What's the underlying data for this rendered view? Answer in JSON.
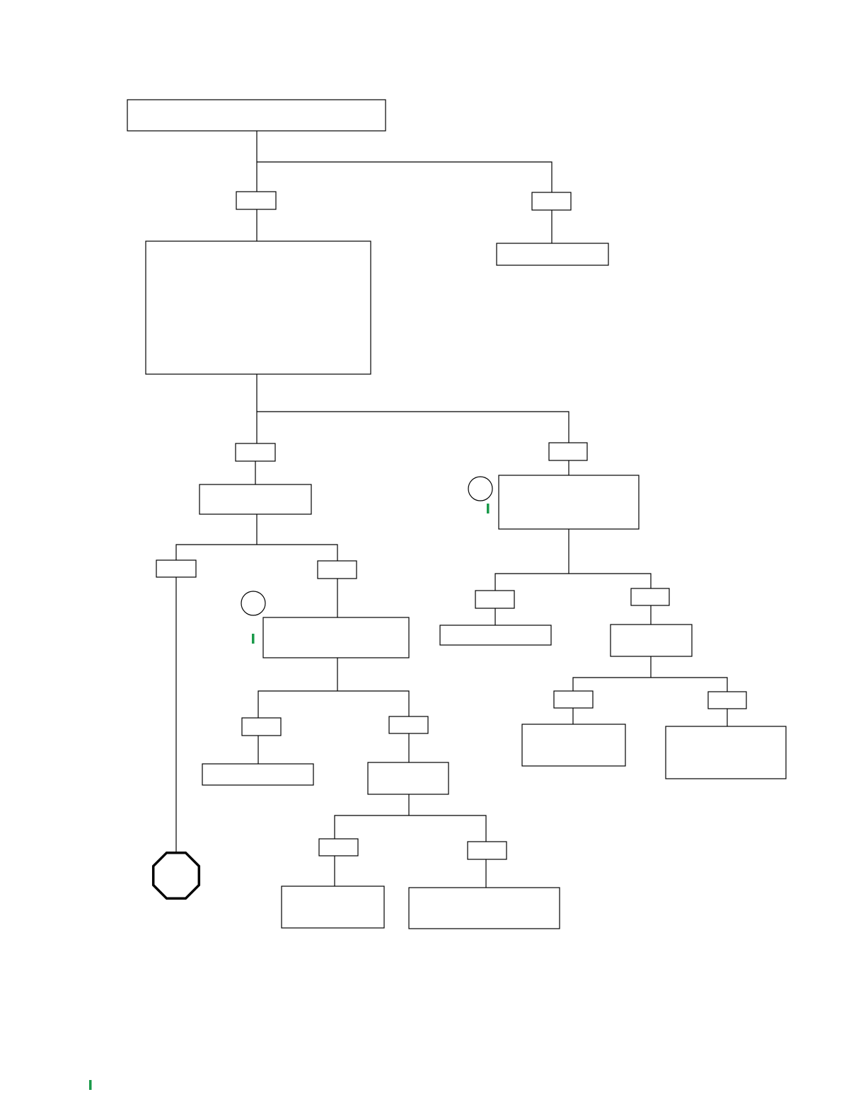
{
  "diagram": {
    "type": "decision-tree-flowchart",
    "colors": {
      "line": "#000000",
      "box_fill": "#ffffff",
      "change_bar": "#1a9a4a"
    },
    "boxes": {
      "root": "",
      "root_branch_left_label": "",
      "root_branch_right_label": "",
      "root_right_result": "",
      "main_procedure": "",
      "main_branch_left_label": "",
      "main_branch_right_label": "",
      "left_check": "",
      "left_yes_label": "",
      "left_no_label": "",
      "left_sub_procedure": "",
      "left_sub_yes_label": "",
      "left_sub_no_label": "",
      "left_sub_result": "",
      "left_sub_check": "",
      "left_sub_check_yes_label": "",
      "left_sub_check_no_label": "",
      "left_final_a": "",
      "left_final_b": "",
      "right_procedure": "",
      "right_yes_label": "",
      "right_no_label": "",
      "right_result": "",
      "right_check": "",
      "right_check_yes_label": "",
      "right_check_no_label": "",
      "right_final_a": "",
      "right_final_b": ""
    },
    "step_markers": {
      "right_procedure_step": "",
      "left_sub_procedure_step": ""
    },
    "terminator": "stop-octagon",
    "change_bar_markers": [
      "right-procedure-change-bar",
      "left-sub-procedure-change-bar",
      "page-footer-change-bar"
    ]
  }
}
